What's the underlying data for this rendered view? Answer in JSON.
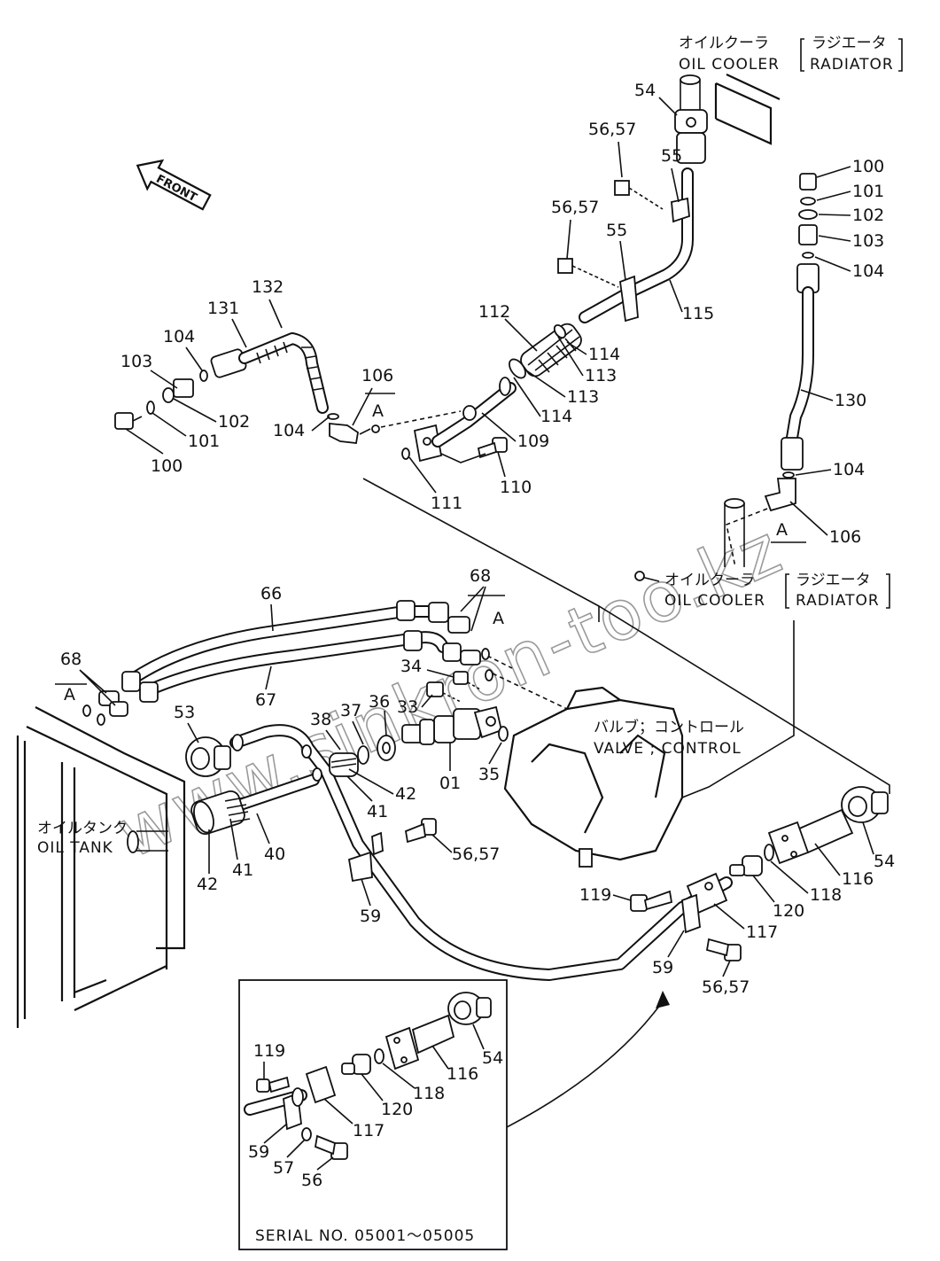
{
  "front_label": "FRONT",
  "oil_cooler_top": {
    "jp": "オイルクーラ",
    "en": "OIL COOLER",
    "alt_jp": "ラジエータ",
    "alt_en": "RADIATOR"
  },
  "oil_cooler_mid": {
    "jp": "オイルクーラ",
    "en": "OIL COOLER",
    "alt_jp": "ラジエータ",
    "alt_en": "RADIATOR"
  },
  "valve_control": {
    "jp": "バルブ；コントロール",
    "en": "VALVE ; CONTROL"
  },
  "oil_tank": {
    "jp": "オイルタンク",
    "en": "OIL TANK"
  },
  "serial_caption": "SERIAL  NO.  05001～05005",
  "watermark": "www.sinkron-too.kz",
  "callouts": {
    "c54a": "54",
    "c5657a": "56,57",
    "c55a": "55",
    "c5657b": "56,57",
    "c55b": "55",
    "c115": "115",
    "c100a": "100",
    "c101a": "101",
    "c102a": "102",
    "c103a": "103",
    "c104a": "104",
    "c130": "130",
    "c104b": "104",
    "c106a": "106",
    "cA1": "A",
    "c132": "132",
    "c131": "131",
    "c104c": "104",
    "c103b": "103",
    "c102b": "102",
    "c101b": "101",
    "c100b": "100",
    "c106b": "106",
    "cA2": "A",
    "c104d": "104",
    "c112": "112",
    "c114a": "114",
    "c113a": "113",
    "c113b": "113",
    "c114b": "114",
    "c109": "109",
    "c110": "110",
    "c111": "111",
    "c66": "66",
    "c68a": "68",
    "cA3": "A",
    "c68b": "68",
    "cA4": "A",
    "c67": "67",
    "c34": "34",
    "c33": "33",
    "c53": "53",
    "c38": "38",
    "c37": "37",
    "c36": "36",
    "c01": "01",
    "c35": "35",
    "c42a": "42",
    "c41a": "41",
    "c40": "40",
    "c41b": "41",
    "c42b": "42",
    "c5657c": "56,57",
    "c59a": "59",
    "c54b": "54",
    "c116a": "116",
    "c118a": "118",
    "c120a": "120",
    "c117a": "117",
    "c119a": "119",
    "c59b": "59",
    "c5657d": "56,57",
    "c119b": "119",
    "c54c": "54",
    "c116b": "116",
    "c118b": "118",
    "c120b": "120",
    "c117b": "117",
    "c59c": "59",
    "c57": "57",
    "c56": "56"
  }
}
